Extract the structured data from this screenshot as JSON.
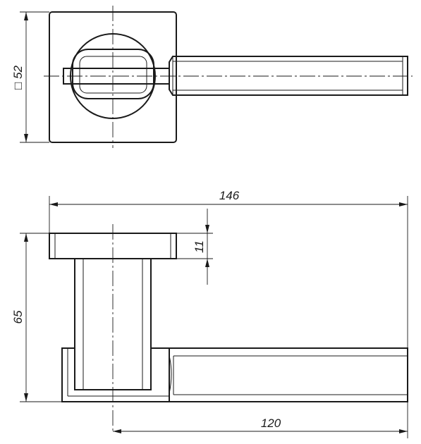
{
  "drawing": {
    "top_view_label": "□ 52",
    "overall_length_label": "146",
    "rose_thickness_label": "11",
    "overall_height_label": "65",
    "lever_length_label": "120"
  }
}
